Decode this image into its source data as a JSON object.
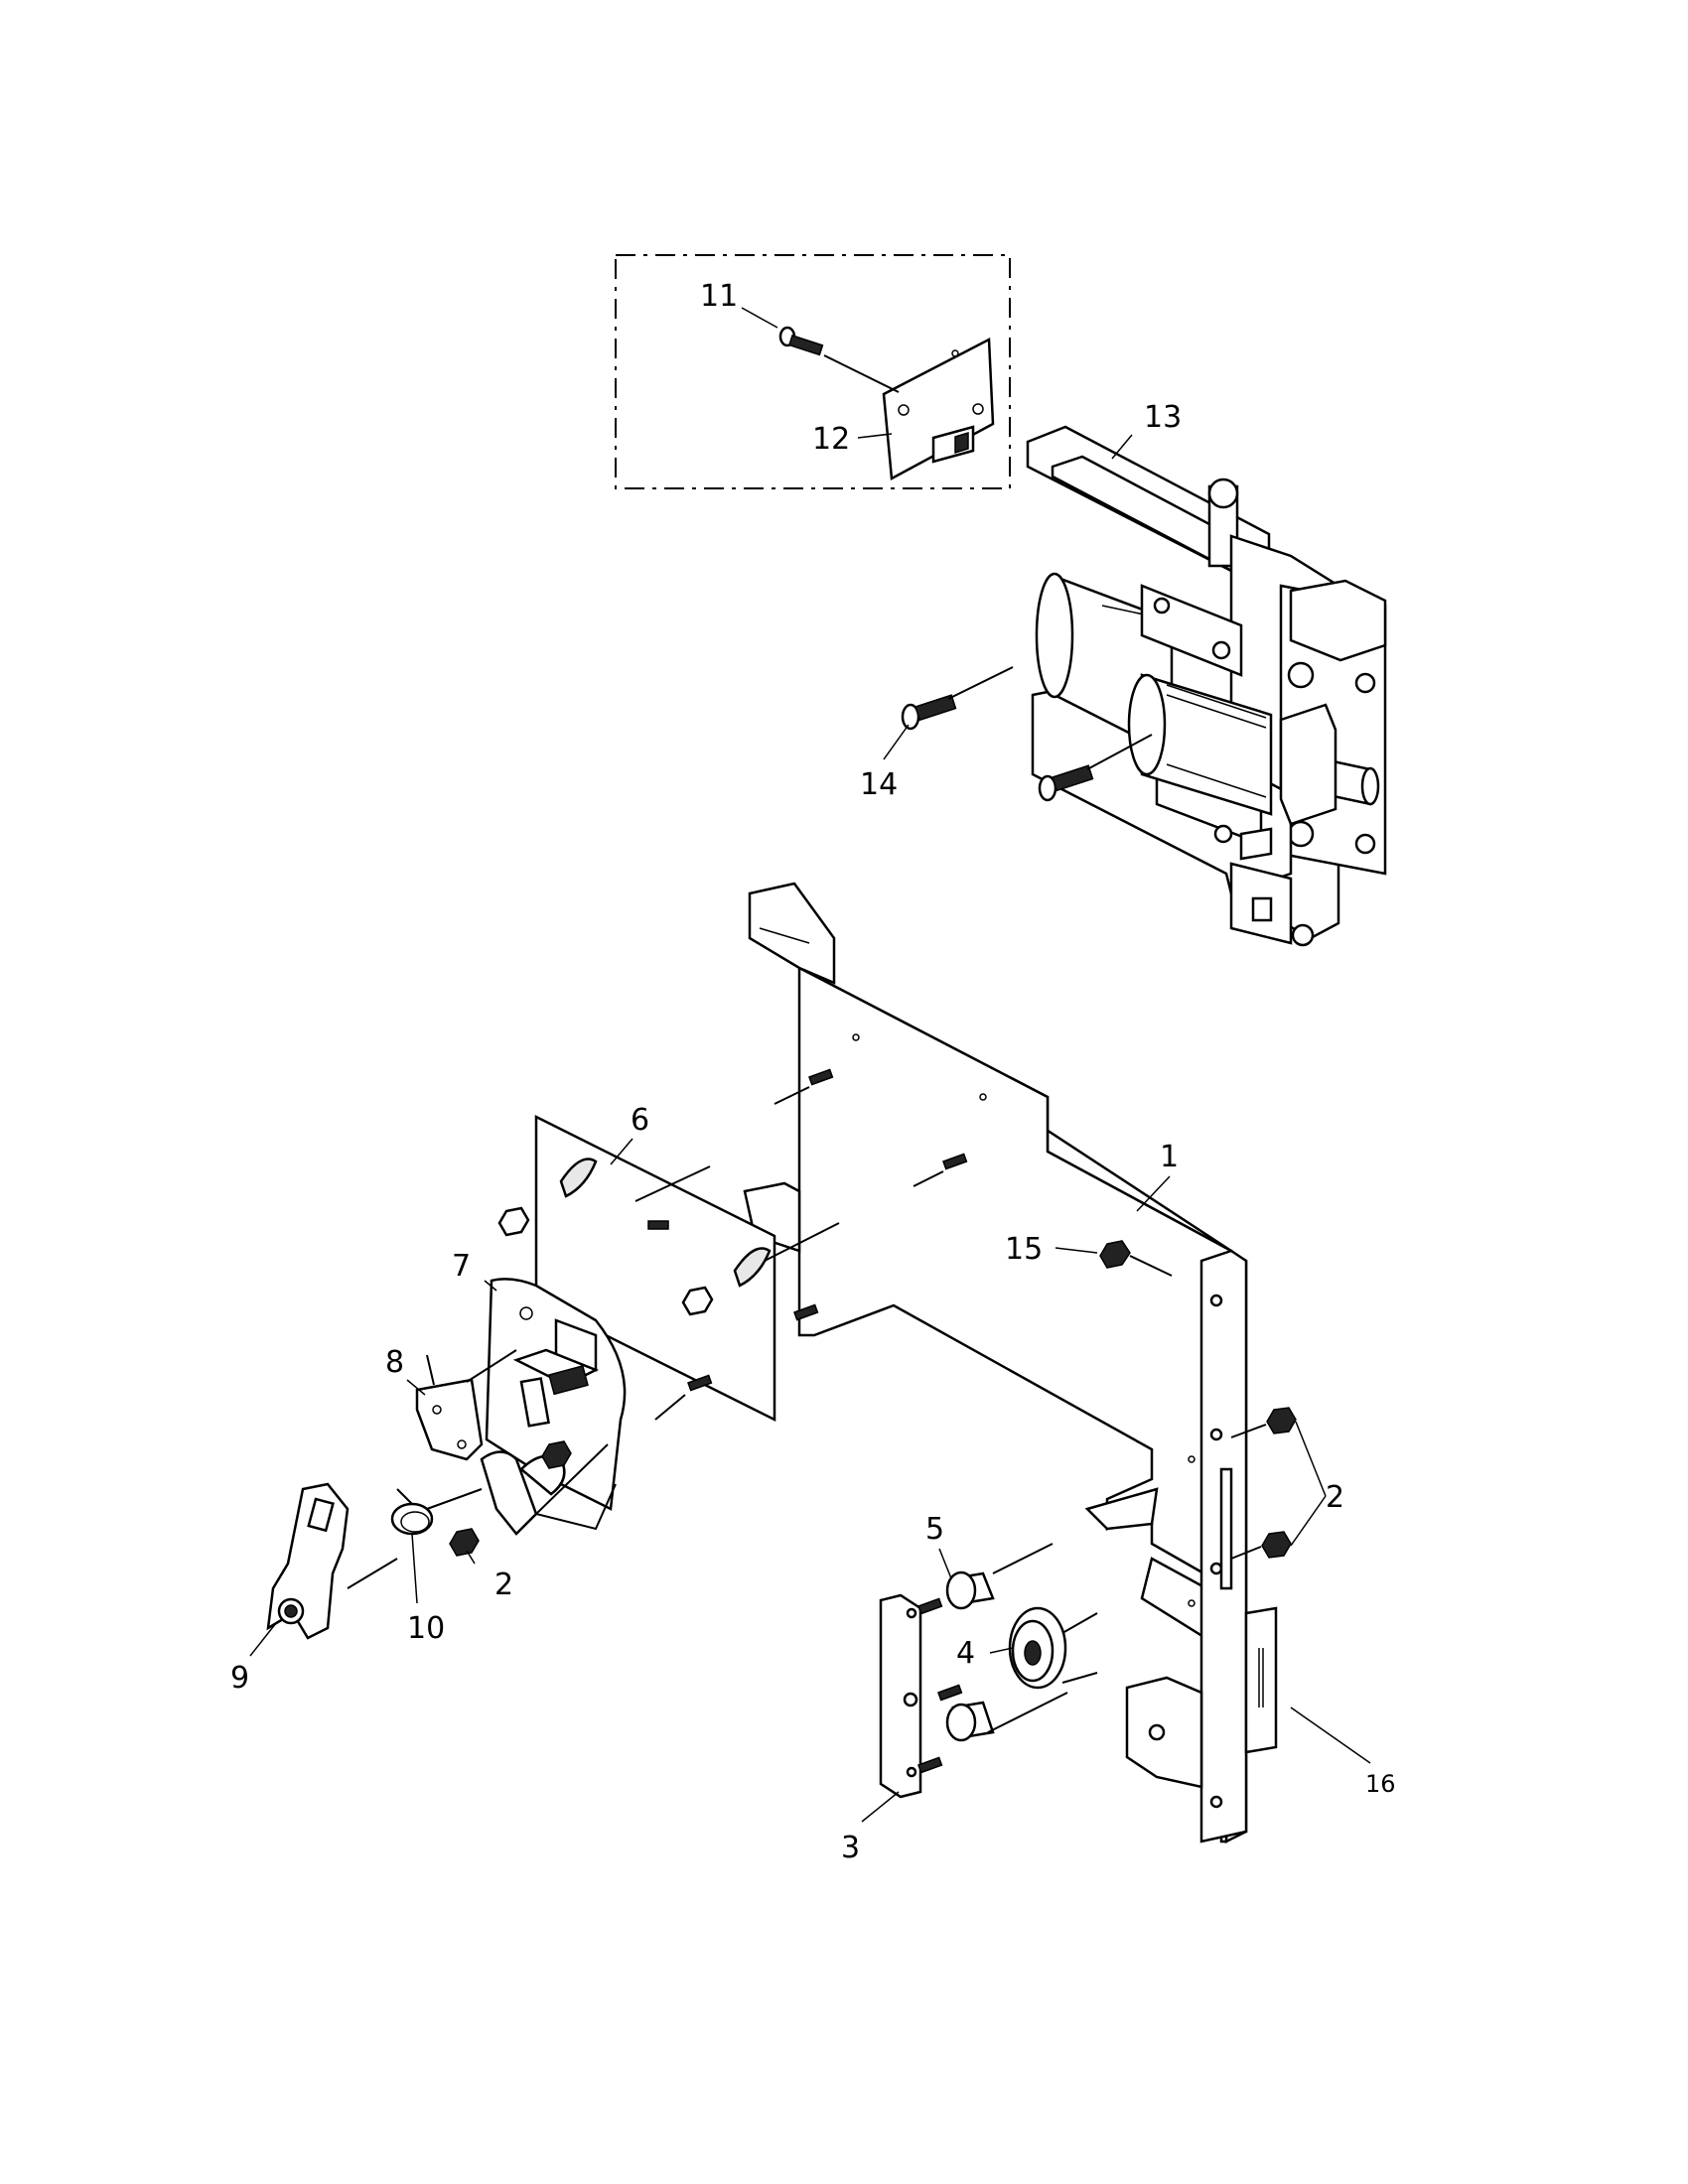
{
  "callouts": [
    {
      "id": "1",
      "label": "1"
    },
    {
      "id": "2a",
      "label": "2"
    },
    {
      "id": "2b",
      "label": "2"
    },
    {
      "id": "3",
      "label": "3"
    },
    {
      "id": "4",
      "label": "4"
    },
    {
      "id": "5",
      "label": "5"
    },
    {
      "id": "6",
      "label": "6"
    },
    {
      "id": "7",
      "label": "7"
    },
    {
      "id": "8",
      "label": "8"
    },
    {
      "id": "9",
      "label": "9"
    },
    {
      "id": "10",
      "label": "10"
    },
    {
      "id": "11",
      "label": "11"
    },
    {
      "id": "12",
      "label": "12"
    },
    {
      "id": "13",
      "label": "13"
    },
    {
      "id": "14",
      "label": "14"
    },
    {
      "id": "15",
      "label": "15"
    },
    {
      "id": "16",
      "label": "16"
    }
  ]
}
